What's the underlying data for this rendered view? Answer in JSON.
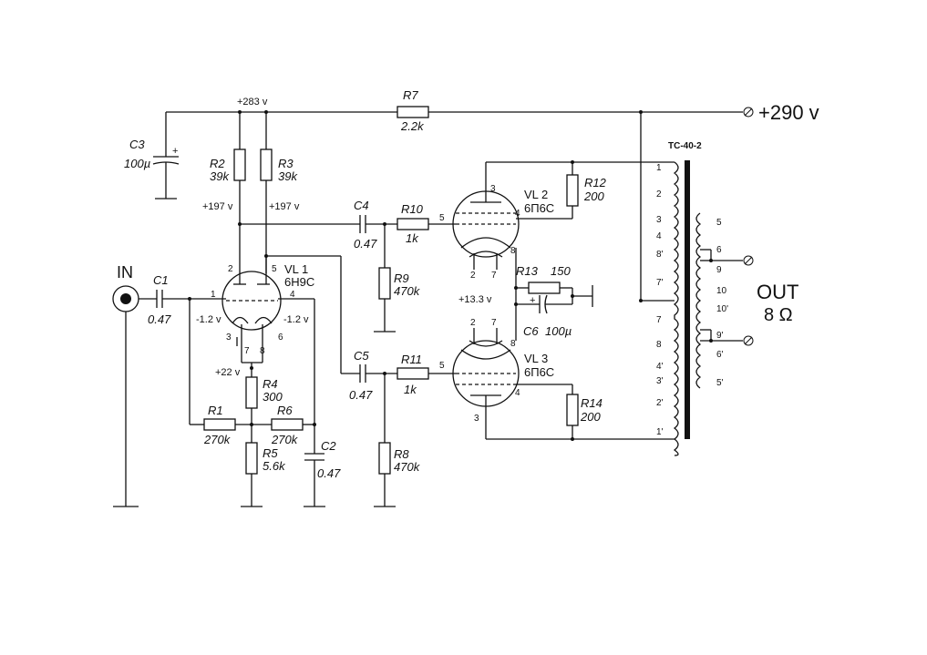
{
  "supply": {
    "main": "+290 v",
    "node_283": "+283 v",
    "node_197_a": "+197 v",
    "node_197_b": "+197 v",
    "node_22": "+22 v",
    "node_13": "+13.3 v",
    "bias_a": "-1.2 v",
    "bias_b": "-1.2 v"
  },
  "io": {
    "input": "IN",
    "output": "OUT",
    "impedance": "8 Ω"
  },
  "components": {
    "R1": {
      "ref": "R1",
      "value": "270k"
    },
    "R2": {
      "ref": "R2",
      "value": "39k"
    },
    "R3": {
      "ref": "R3",
      "value": "39k"
    },
    "R4": {
      "ref": "R4",
      "value": "300"
    },
    "R5": {
      "ref": "R5",
      "value": "5.6k"
    },
    "R6": {
      "ref": "R6",
      "value": "270k"
    },
    "R7": {
      "ref": "R7",
      "value": "2.2k"
    },
    "R8": {
      "ref": "R8",
      "value": "470k"
    },
    "R9": {
      "ref": "R9",
      "value": "470k"
    },
    "R10": {
      "ref": "R10",
      "value": "1k"
    },
    "R11": {
      "ref": "R11",
      "value": "1k"
    },
    "R12": {
      "ref": "R12",
      "value": "200"
    },
    "R13": {
      "ref": "R13",
      "value": "150"
    },
    "R14": {
      "ref": "R14",
      "value": "200"
    },
    "C1": {
      "ref": "C1",
      "value": "0.47"
    },
    "C2": {
      "ref": "C2",
      "value": "0.47"
    },
    "C3": {
      "ref": "C3",
      "value": "100µ"
    },
    "C4": {
      "ref": "C4",
      "value": "0.47"
    },
    "C5": {
      "ref": "C5",
      "value": "0.47"
    },
    "C6": {
      "ref": "C6",
      "value": "100µ"
    }
  },
  "tubes": {
    "VL1": {
      "ref": "VL 1",
      "type": "6Н9С",
      "pins": {
        "p1": "1",
        "p2": "2",
        "p3": "3",
        "p4": "4",
        "p5": "5",
        "p6": "6",
        "p7": "7",
        "p8": "8"
      }
    },
    "VL2": {
      "ref": "VL 2",
      "type": "6П6С",
      "pins": {
        "p2": "2",
        "p3": "3",
        "p4": "4",
        "p5": "5",
        "p7": "7",
        "p8": "8"
      }
    },
    "VL3": {
      "ref": "VL 3",
      "type": "6П6С",
      "pins": {
        "p2": "2",
        "p3": "3",
        "p4": "4",
        "p5": "5",
        "p7": "7",
        "p8": "8"
      }
    }
  },
  "transformer": {
    "ref": "TC-40-2",
    "primary_taps": [
      "1",
      "2",
      "3",
      "4",
      "8'",
      "7'",
      "7",
      "8",
      "4'",
      "3'",
      "2'",
      "1'"
    ],
    "secondary_taps": [
      "5",
      "6",
      "9",
      "10",
      "10'",
      "9'",
      "6'",
      "5'"
    ]
  },
  "plus_sign": "+"
}
